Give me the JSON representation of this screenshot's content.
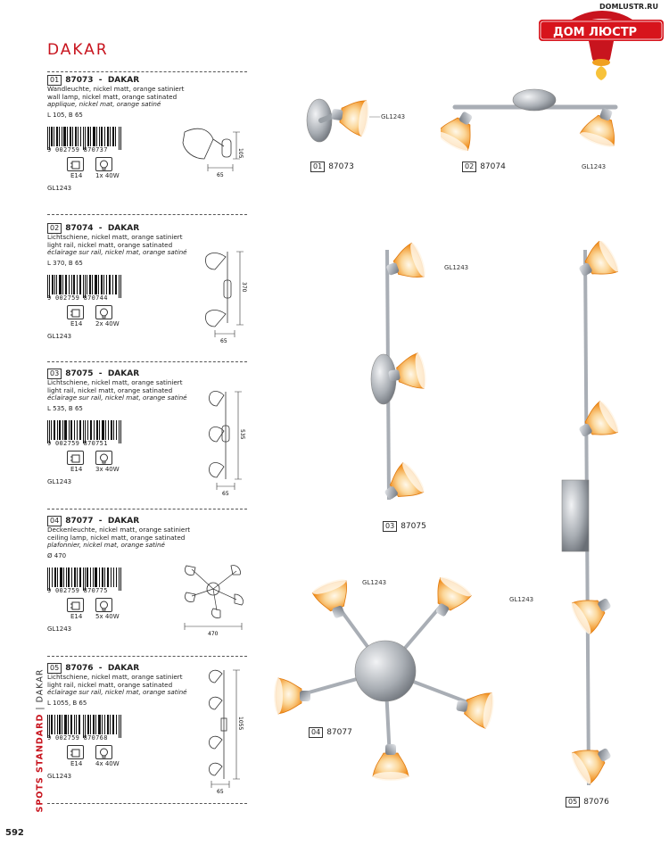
{
  "brand": {
    "url": "DOMLUSTR.RU",
    "name": "ДОМ ЛЮСТР"
  },
  "page_title": "DAKAR",
  "side_label": {
    "category": "SPOTS STANDARD",
    "series": "DAKAR"
  },
  "page_number": "592",
  "colors": {
    "accent": "#c8141e",
    "shade": "#f39a1e",
    "metal": "#b8bcc2"
  },
  "products": [
    {
      "num": "01",
      "code": "87073",
      "sep": "-",
      "name": "DAKAR",
      "desc_de": "Wandleuchte, nickel matt, orange satiniert",
      "desc_en": "wall lamp, nickel matt, orange satinated",
      "desc_fr": "applique, nickel mat, orange satiné",
      "dims": "L 105, B 65",
      "barcode": "9 002759 870737",
      "socket": "E14",
      "power": "1x 40W",
      "glass": "GL1243",
      "sketch_dims": [
        "105",
        "65"
      ]
    },
    {
      "num": "02",
      "code": "87074",
      "sep": "-",
      "name": "DAKAR",
      "desc_de": "Lichtschiene, nickel matt, orange satiniert",
      "desc_en": "light rail, nickel matt, orange satinated",
      "desc_fr": "éclairage sur rail, nickel mat, orange satiné",
      "dims": "L 370, B 65",
      "barcode": "9 002759 870744",
      "socket": "E14",
      "power": "2x 40W",
      "glass": "GL1243",
      "sketch_dims": [
        "370",
        "65"
      ]
    },
    {
      "num": "03",
      "code": "87075",
      "sep": "-",
      "name": "DAKAR",
      "desc_de": "Lichtschiene, nickel matt, orange satiniert",
      "desc_en": "light rail, nickel matt, orange satinated",
      "desc_fr": "éclairage sur rail, nickel mat, orange satiné",
      "dims": "L 535, B 65",
      "barcode": "9 002759 870751",
      "socket": "E14",
      "power": "3x 40W",
      "glass": "GL1243",
      "sketch_dims": [
        "535",
        "65"
      ]
    },
    {
      "num": "04",
      "code": "87077",
      "sep": "-",
      "name": "DAKAR",
      "desc_de": "Deckenleuchte, nickel matt, orange satiniert",
      "desc_en": "ceiling lamp, nickel matt, orange satinated",
      "desc_fr": "plafonnier, nickel mat, orange satiné",
      "dims": "Ø 470",
      "barcode": "9 002759 870775",
      "socket": "E14",
      "power": "5x 40W",
      "glass": "GL1243",
      "sketch_dims": [
        "470"
      ]
    },
    {
      "num": "05",
      "code": "87076",
      "sep": "-",
      "name": "DAKAR",
      "desc_de": "Lichtschiene, nickel matt, orange satiniert",
      "desc_en": "light rail, nickel matt, orange satinated",
      "desc_fr": "éclairage sur rail, nickel mat, orange satiné",
      "dims": "L 1055, B 65",
      "barcode": "9 002759 870768",
      "socket": "E14",
      "power": "4x 40W",
      "glass": "GL1243",
      "sketch_dims": [
        "1055",
        "65"
      ]
    }
  ],
  "photos": [
    {
      "num": "01",
      "code": "87073",
      "tag": "GL1243"
    },
    {
      "num": "02",
      "code": "87074",
      "tag": "GL1243"
    },
    {
      "num": "03",
      "code": "87075",
      "tag": "GL1243"
    },
    {
      "num": "04",
      "code": "87077",
      "tag": "GL1243"
    },
    {
      "num": "05",
      "code": "87076",
      "tag": "GL1243"
    }
  ]
}
